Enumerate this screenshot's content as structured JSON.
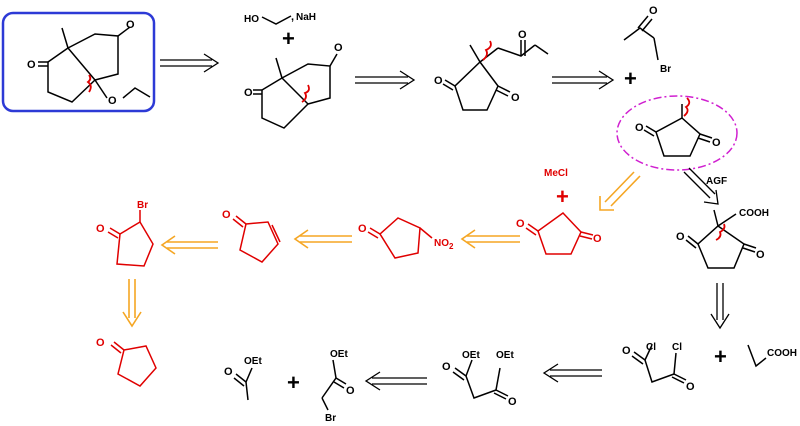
{
  "reagents": {
    "alcohol_nah": "NaH",
    "bromoacetone_br": "Br",
    "mecl": "MeCl",
    "agf": "AGF",
    "cooh_keto": "COOH",
    "propanoic_cooh": "COOH",
    "nitro_no2": "NO",
    "nitro_sub": "2",
    "bromo_br": "Br",
    "oet_left": "OEt",
    "oet_bromo": "OEt",
    "oet_ester1": "OEt",
    "oet_ester2": "OEt",
    "cl_1": "Cl",
    "cl_2": "Cl",
    "br_bottom": "Br"
  },
  "atoms": {
    "O": "O"
  },
  "plus": "+",
  "colors": {
    "black": "#000000",
    "red": "#e00000",
    "orange": "#f5a623",
    "target_box": "#2d3ad6",
    "dashed_circle": "#d020d0"
  }
}
